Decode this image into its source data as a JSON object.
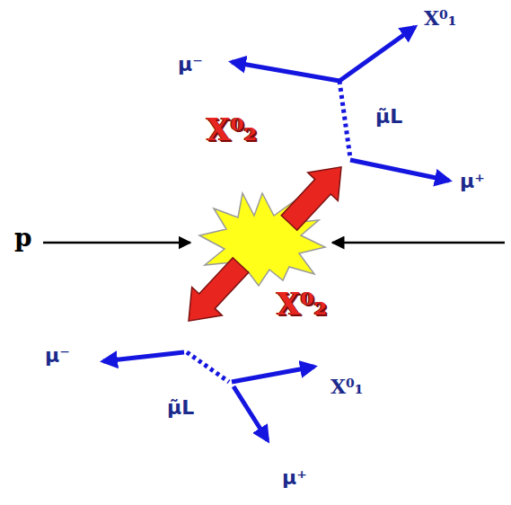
{
  "diagram": {
    "labels": [
      "μ⁻",
      "X⁰₁",
      "μ̃L",
      "X⁰₂",
      "μ⁺",
      "p",
      "X⁰₂",
      "μ⁻",
      "μ̃L",
      "X⁰₁",
      "μ⁺"
    ]
  }
}
